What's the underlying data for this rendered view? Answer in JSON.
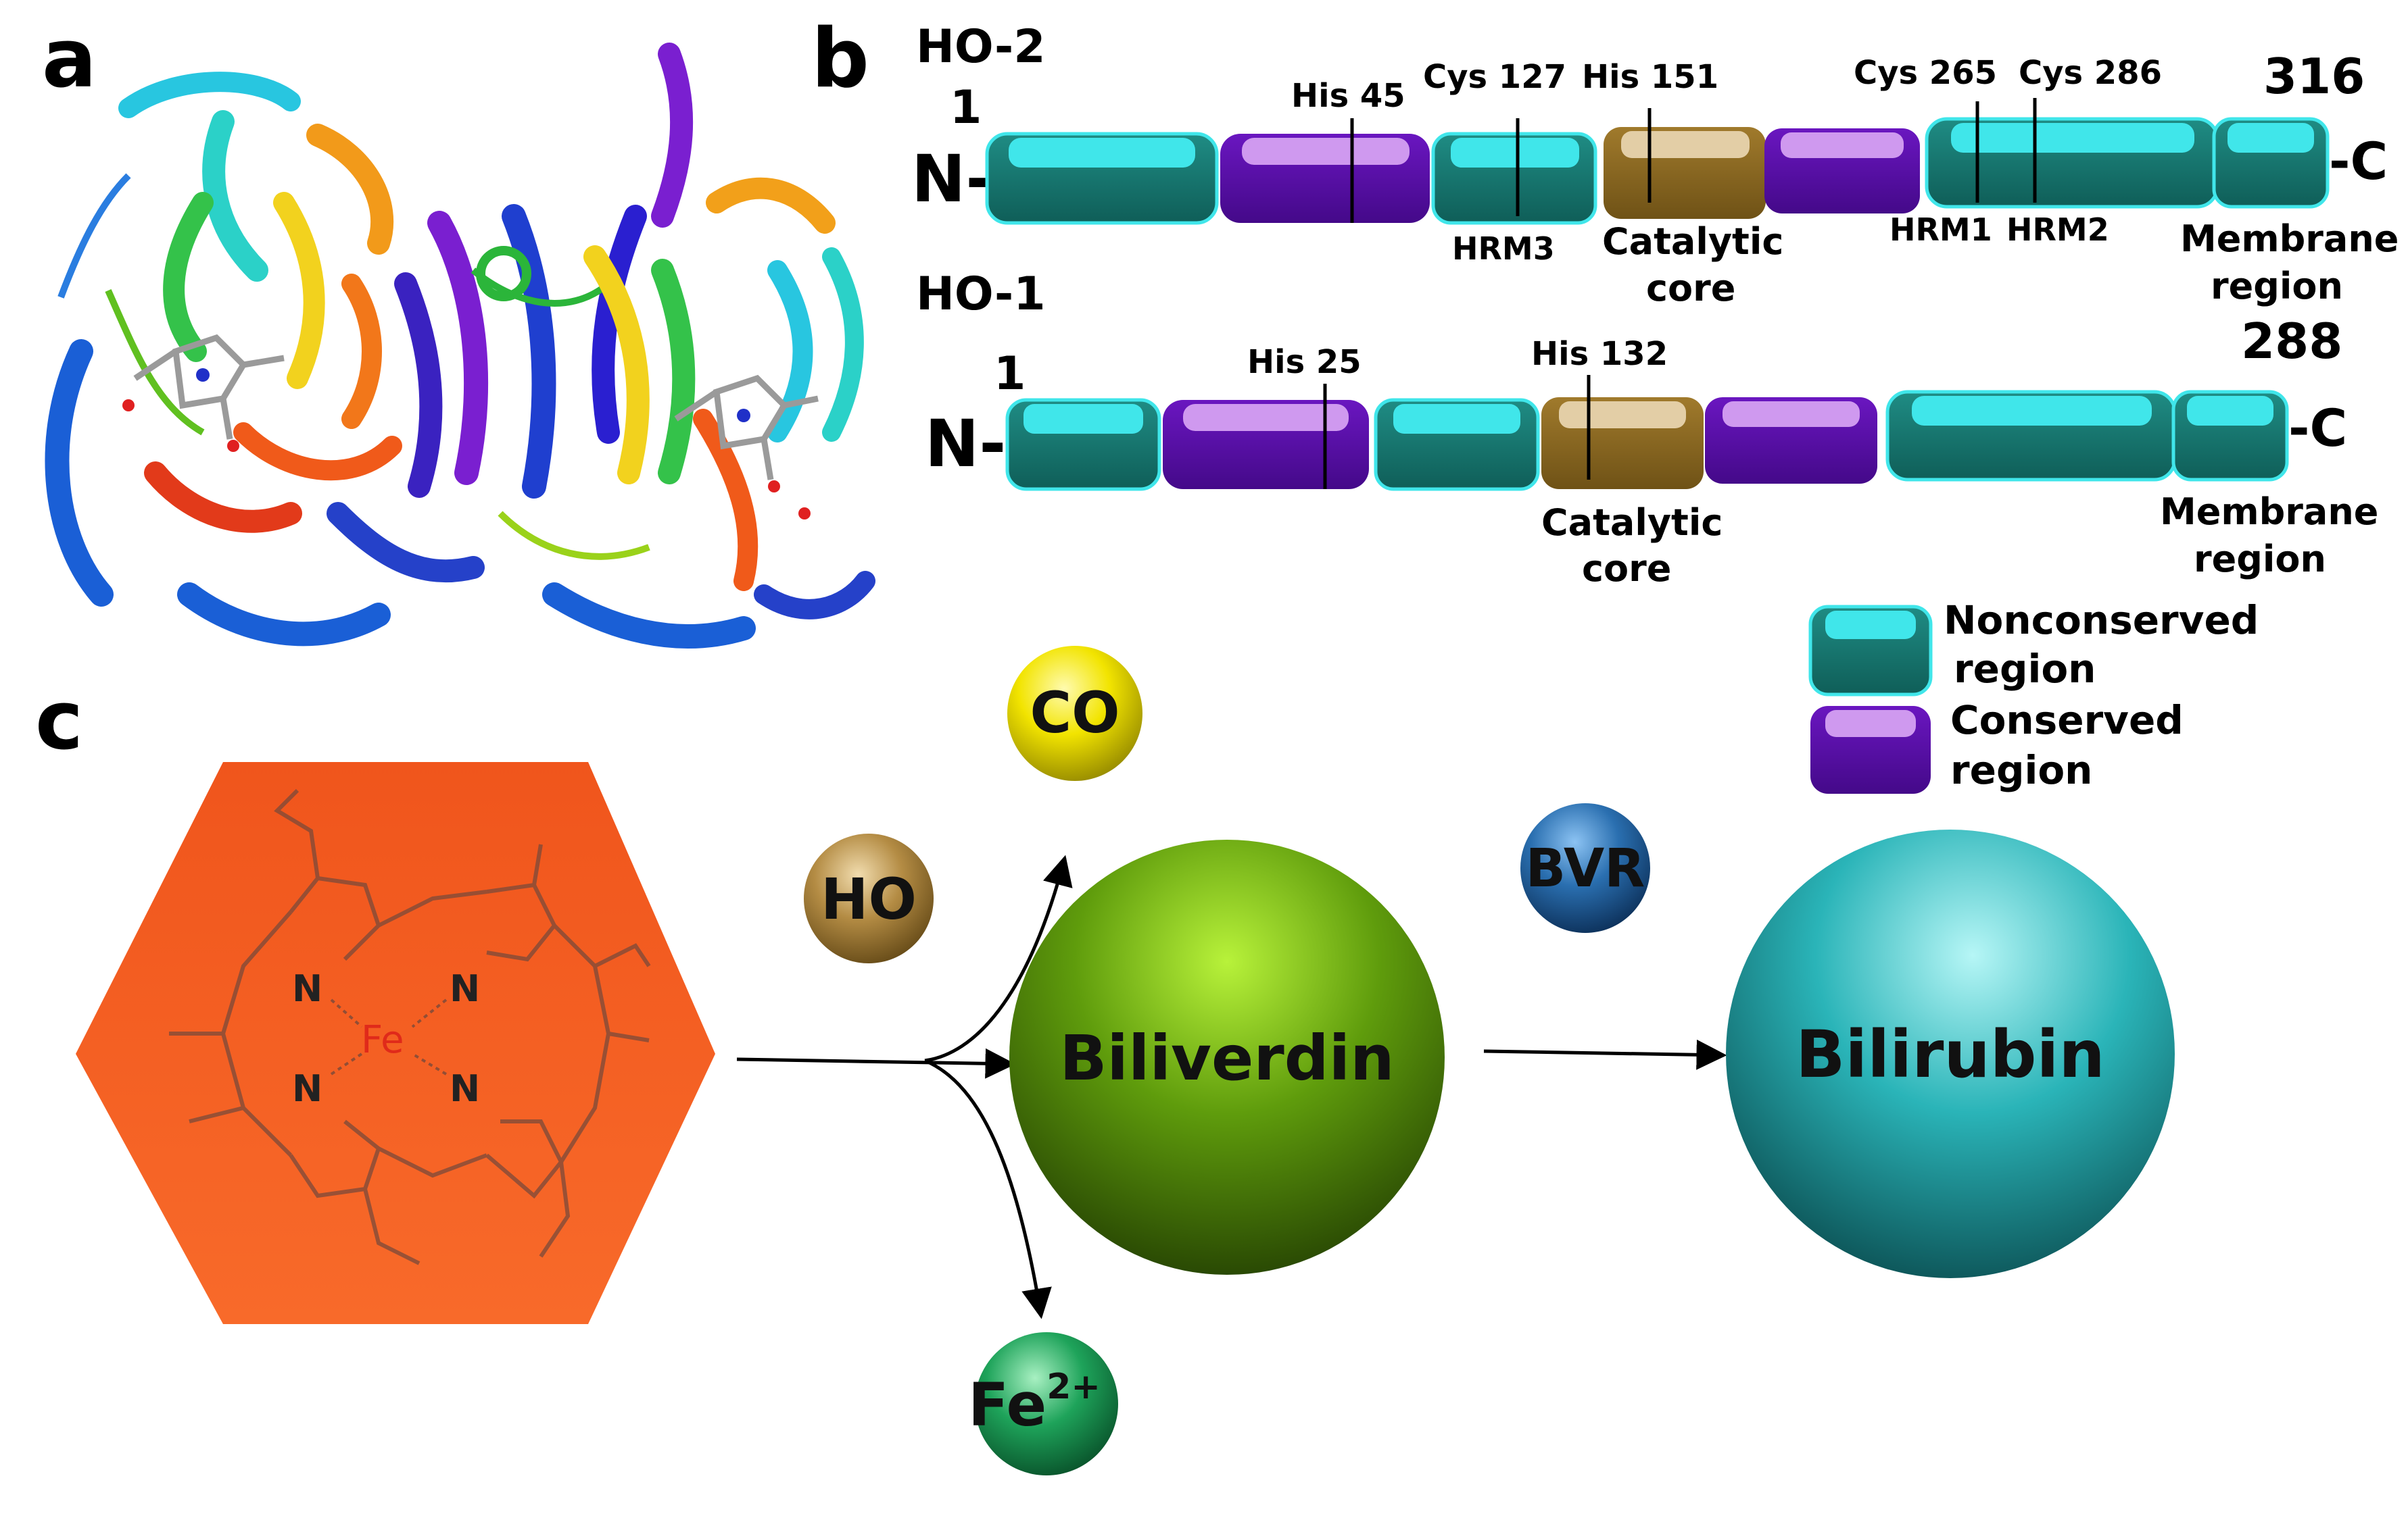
{
  "panels": {
    "a": "a",
    "b": "b",
    "c": "c"
  },
  "panel_b": {
    "ho2": {
      "name": "HO-2",
      "start": "1",
      "end": "316",
      "n_term": "N-",
      "c_term": "-C",
      "sites": [
        "His 45",
        "Cys 127",
        "His 151",
        "Cys 265",
        "Cys 286"
      ],
      "labels": {
        "hrm3": "HRM3",
        "catalytic_1": "Catalytic",
        "catalytic_2": "core",
        "hrm1": "HRM1",
        "hrm2": "HRM2",
        "membrane_1": "Membrane",
        "membrane_2": "region"
      }
    },
    "ho1": {
      "name": "HO-1",
      "start": "1",
      "end": "288",
      "n_term": "N-",
      "c_term": "-C",
      "sites": [
        "His 25",
        "His 132"
      ],
      "labels": {
        "catalytic_1": "Catalytic",
        "catalytic_2": "core",
        "membrane_1": "Membrane",
        "membrane_2": "region"
      }
    },
    "legend": {
      "nonconserved_1": "Nonconserved",
      "nonconserved_2": "region",
      "conserved_1": "Conserved",
      "conserved_2": "region"
    },
    "colors": {
      "teal": "#1a7a73",
      "teal_top": "#40e6ea",
      "purple": "#5a0da8",
      "purple_top": "#cf99ef",
      "brown": "#8b6a26",
      "brown_top": "#e3cea6"
    }
  },
  "panel_c": {
    "heme": {
      "fe": "Fe",
      "n": "N",
      "color": "#f4571c"
    },
    "enzymes": {
      "ho": "HO",
      "bvr": "BVR"
    },
    "products": {
      "co": "CO",
      "fe_base": "Fe",
      "fe_charge": "2+",
      "biliverdin": "Biliverdin",
      "bilirubin": "Bilirubin"
    },
    "colors": {
      "co": "#f2e400",
      "ho": "#a98238",
      "bvr": "#1f5f9e",
      "fe2": "#1ea35a",
      "biliverdin": "#6aa80f",
      "bilirubin": "#1fb5b8"
    }
  }
}
